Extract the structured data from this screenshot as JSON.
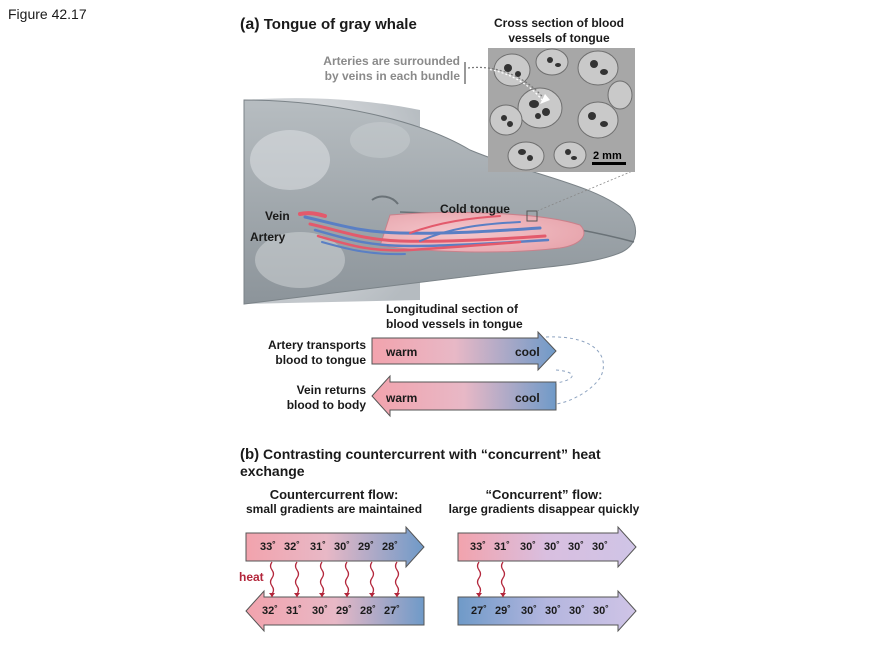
{
  "figure_label": "Figure 42.17",
  "part_a": {
    "letter": "(a)",
    "title": "Tongue of gray whale",
    "cross_section_title_line1": "Cross section of blood",
    "cross_section_title_line2": "vessels of tongue",
    "arteries_note_line1": "Arteries are surrounded",
    "arteries_note_line2": "by veins in each bundle",
    "scale_bar": "2 mm",
    "vein_label": "Vein",
    "artery_label": "Artery",
    "cold_tongue_label": "Cold tongue",
    "longitudinal_title_line1": "Longitudinal section of",
    "longitudinal_title_line2": "blood vessels in tongue",
    "artery_transports_line1": "Artery transports",
    "artery_transports_line2": "blood to tongue",
    "vein_returns_line1": "Vein returns",
    "vein_returns_line2": "blood to body",
    "warm": "warm",
    "cool": "cool"
  },
  "part_b": {
    "letter": "(b)",
    "title_line1": "Contrasting countercurrent with “concurrent” heat",
    "title_line2": "exchange",
    "countercurrent": {
      "title": "Countercurrent flow:",
      "subtitle": "small gradients are maintained",
      "top_temps": [
        "33˚",
        "32˚",
        "31˚",
        "30˚",
        "29˚",
        "28˚"
      ],
      "bottom_temps": [
        "32˚",
        "31˚",
        "30˚",
        "29˚",
        "28˚",
        "27˚"
      ]
    },
    "concurrent": {
      "title": "“Concurrent” flow:",
      "subtitle": "large gradients disappear quickly",
      "top_temps": [
        "33˚",
        "31˚",
        "30˚",
        "30˚",
        "30˚",
        "30˚"
      ],
      "bottom_temps": [
        "27˚",
        "29˚",
        "30˚",
        "30˚",
        "30˚",
        "30˚"
      ]
    },
    "heat_label": "heat"
  },
  "colors": {
    "warm": "#f2a3ad",
    "cool": "#6f9ac8",
    "lavender": "#cfc4e6",
    "heat_arrow": "#b3263b",
    "whale": "#9fa6ab"
  }
}
